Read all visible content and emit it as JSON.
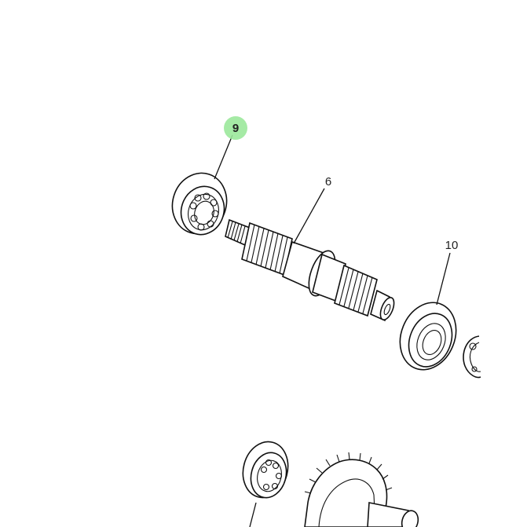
{
  "diagram": {
    "highlight_color": "#9be89b",
    "callouts": [
      {
        "id": "9",
        "label": "9",
        "highlighted": true
      },
      {
        "id": "6",
        "label": "6",
        "highlighted": false
      },
      {
        "id": "10",
        "label": "10",
        "highlighted": false
      }
    ],
    "parts": [
      {
        "ref": "9",
        "kind": "ball-bearing"
      },
      {
        "ref": "6",
        "kind": "splined-shaft"
      },
      {
        "ref": "10",
        "kind": "oil-seal"
      },
      {
        "ref": "",
        "kind": "circlip"
      },
      {
        "ref": "",
        "kind": "ball-bearing"
      },
      {
        "ref": "",
        "kind": "gear"
      }
    ]
  }
}
